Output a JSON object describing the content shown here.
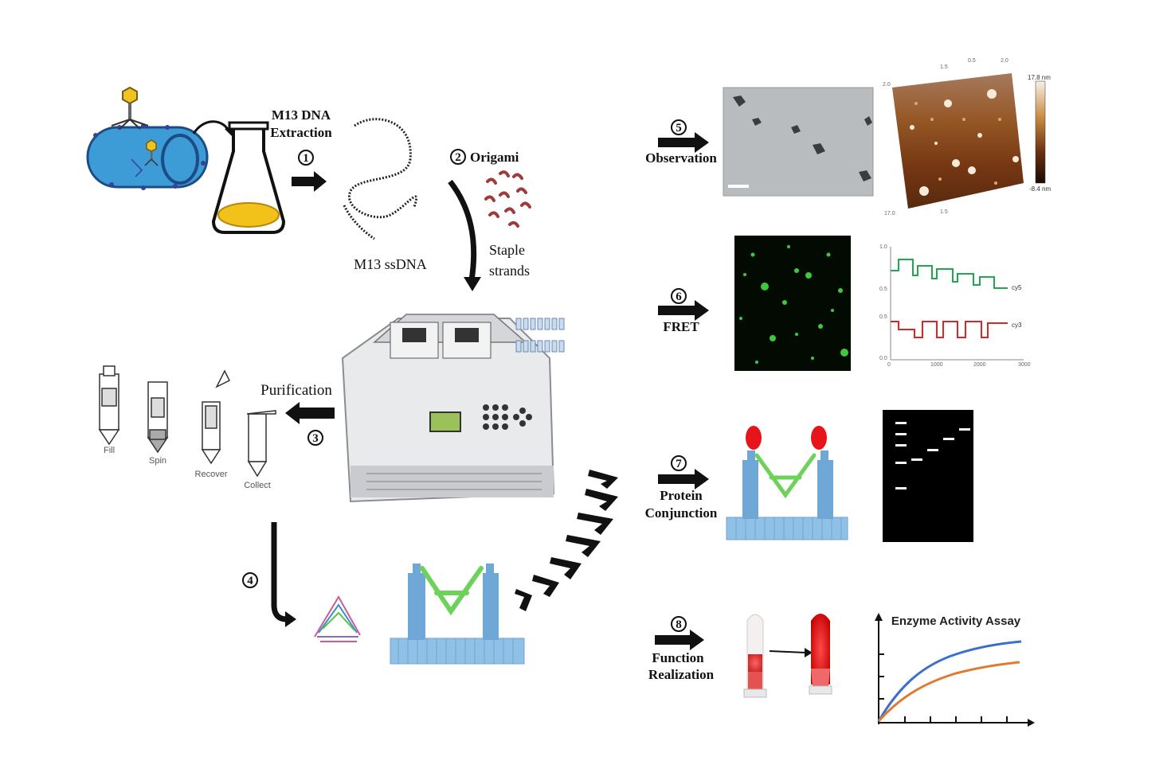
{
  "steps": {
    "s1": {
      "number": "1",
      "label_line1": "M13 DNA",
      "label_line2": "Extraction"
    },
    "s1_product": "M13 ssDNA",
    "s2": {
      "number": "2",
      "label": "Origami",
      "staple_line1": "Staple",
      "staple_line2": "strands"
    },
    "s3": {
      "number": "3",
      "label": "Purification"
    },
    "s4": {
      "number": "4"
    },
    "s5": {
      "number": "5",
      "label": "Observation"
    },
    "s6": {
      "number": "6",
      "label": "FRET"
    },
    "s7": {
      "number": "7",
      "label_line1": "Protein",
      "label_line2": "Conjunction"
    },
    "s8": {
      "number": "8",
      "label_line1": "Function",
      "label_line2": "Realization"
    }
  },
  "purification_tubes": [
    "Fill",
    "Spin",
    "Recover",
    "Collect"
  ],
  "afm": {
    "scale_top": "17.8 nm",
    "scale_bottom": "-8.4 nm"
  },
  "fret_plot": {
    "cy_top": "cy5",
    "cy_bottom": "cy3"
  },
  "enzyme_chart": {
    "title": "Enzyme Activity Assay"
  },
  "colors": {
    "arrow": "#111111",
    "origami_blue": "#7fb2dc",
    "origami_green": "#7cd26a",
    "protein_red": "#e8141c",
    "gel_bg": "#000000"
  }
}
